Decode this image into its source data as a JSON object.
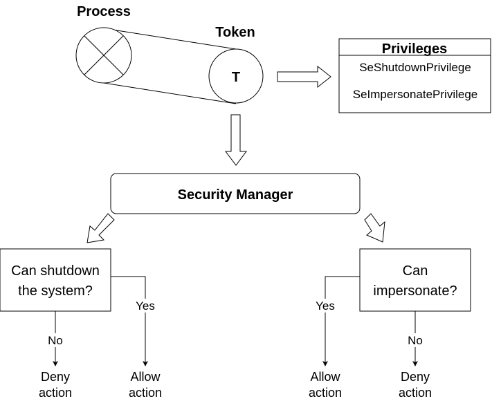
{
  "diagram": {
    "process_label": "Process",
    "token_label": "Token",
    "token_letter": "T",
    "privileges": {
      "title": "Privileges",
      "items": [
        "SeShutdownPrivilege",
        "SeImpersonatePrivilege"
      ]
    },
    "security_manager": "Security Manager",
    "left_question": [
      "Can shutdown",
      "the system?"
    ],
    "right_question": [
      "Can",
      "impersonate?"
    ],
    "yes": "Yes",
    "no": "No",
    "deny_action": [
      "Deny",
      "action"
    ],
    "allow_action": [
      "Allow",
      "action"
    ]
  }
}
